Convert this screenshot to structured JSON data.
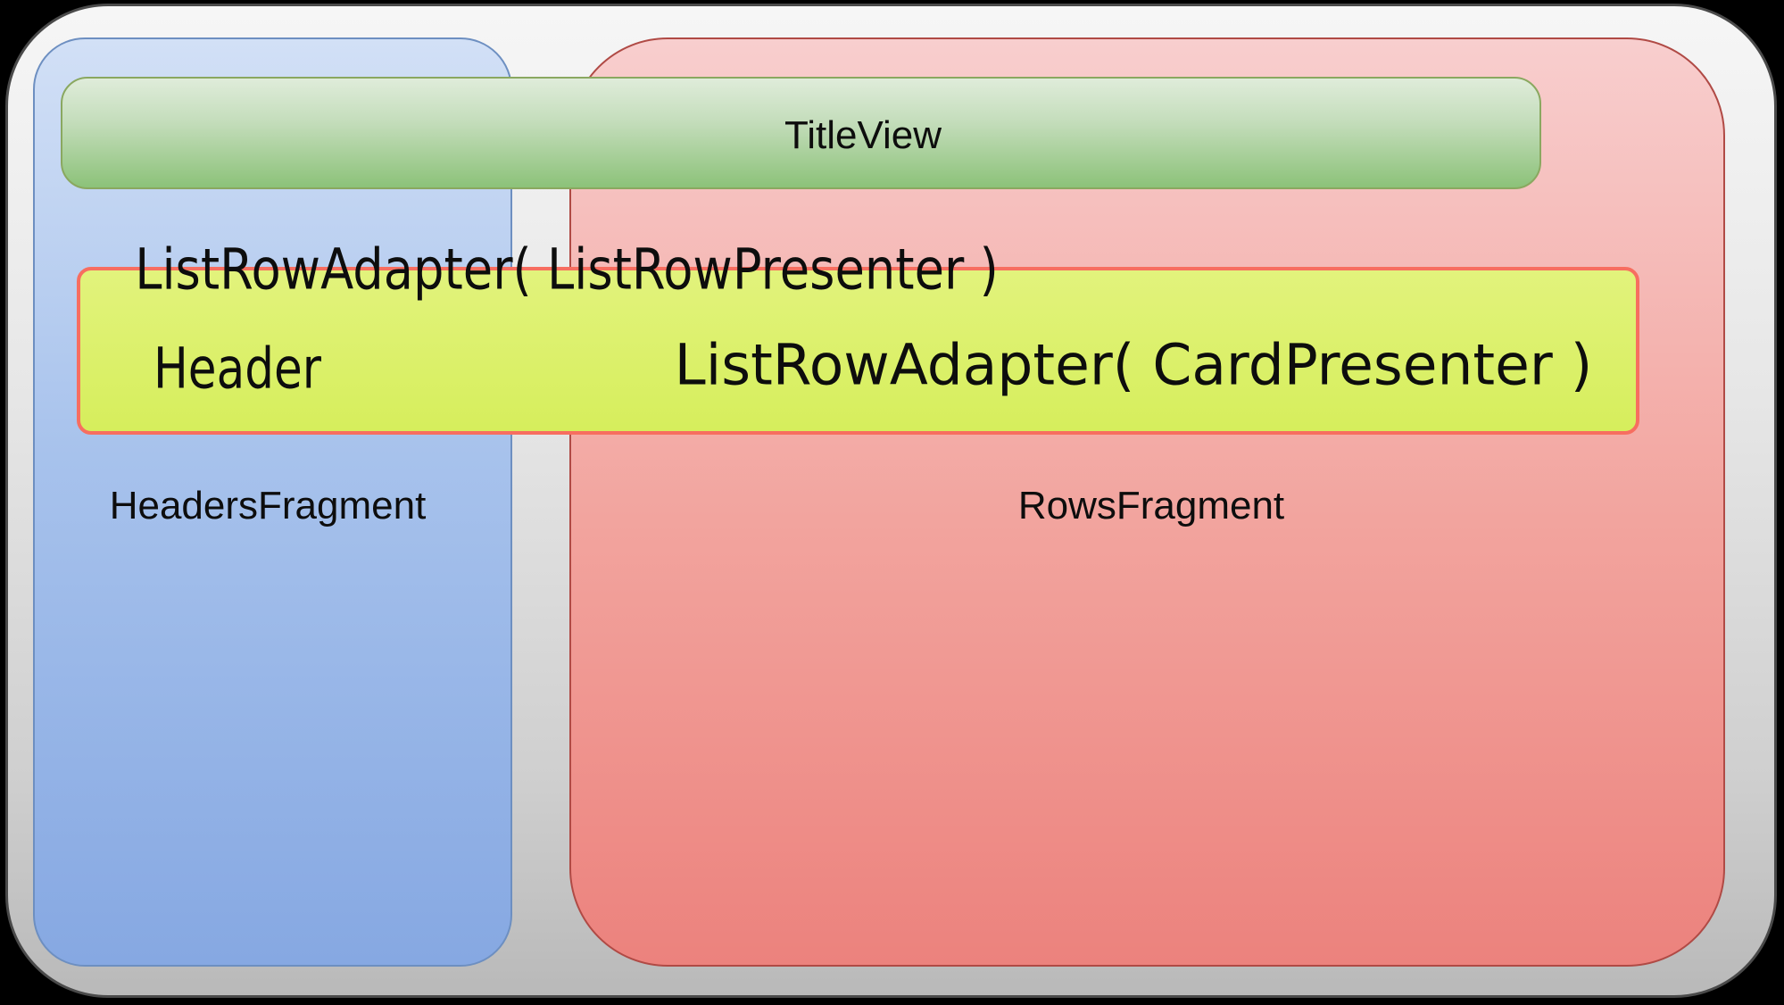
{
  "diagram": {
    "description": "Android TV Leanback BrowseFragment structure diagram",
    "title_bar": {
      "label": "TitleView"
    },
    "headers_fragment": {
      "label": "HeadersFragment"
    },
    "rows_fragment": {
      "label": "RowsFragment"
    },
    "list_row_top": {
      "label": "ListRowAdapter( ListRowPresenter )"
    },
    "header_cell": {
      "label": "Header"
    },
    "list_row_card": {
      "label": "ListRowAdapter( CardPresenter )"
    }
  },
  "colors": {
    "background": "#000000",
    "frame_top": "#f6f6f6",
    "frame_mid": "#e7e7e7",
    "frame_bottom": "#b9b9b9",
    "frame_border": "#4a4a4a",
    "blue_top": "#d2e0f6",
    "blue_mid": "#a7c2ec",
    "blue_bottom": "#86a8e2",
    "blue_border": "#6d8fc1",
    "red_top": "#f8cece",
    "red_mid": "#f2a49e",
    "red_bottom": "#ec827d",
    "red_border": "#b04a45",
    "green_top": "#dfecda",
    "green_mid": "#c4ddbb",
    "green_bottom": "#8cc279",
    "green_border": "#8aa860",
    "yellow_top": "#e2f37c",
    "yellow_bottom": "#d6ee5c",
    "yellow_border": "#f76e60",
    "text": "#0d0d0d"
  }
}
